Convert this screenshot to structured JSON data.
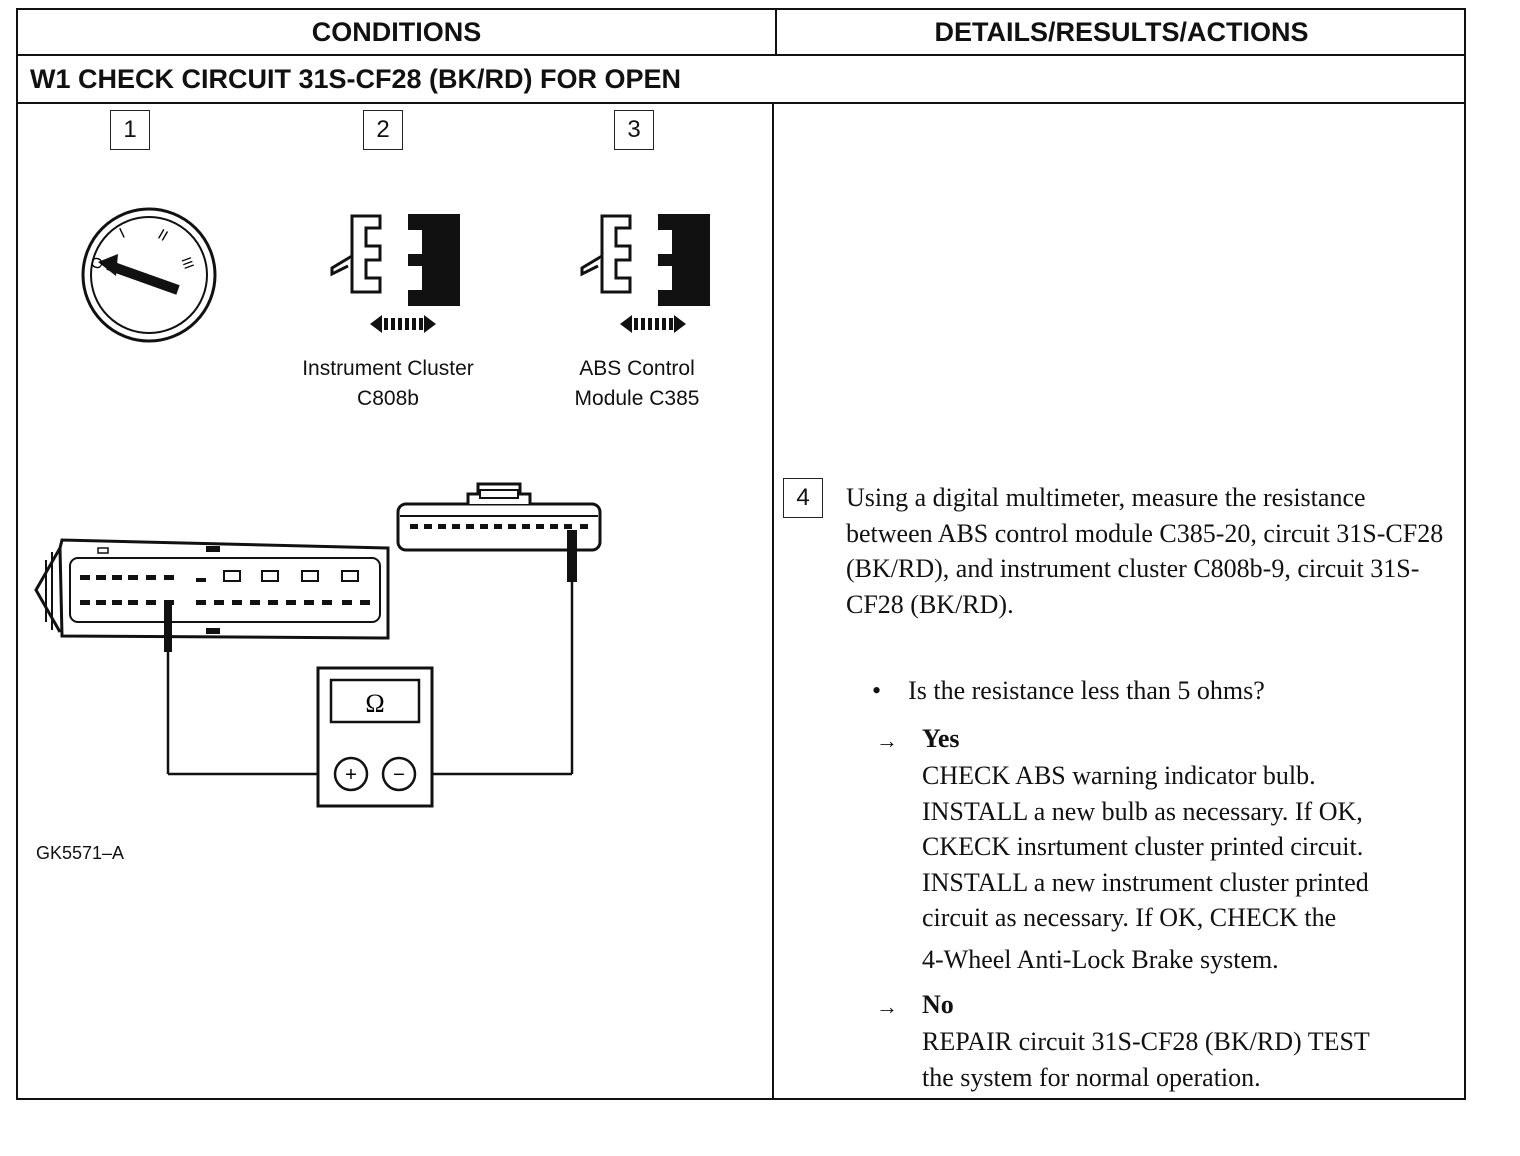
{
  "header": {
    "conditions": "CONDITIONS",
    "details": "DETAILS/RESULTS/ACTIONS"
  },
  "step": {
    "title": "W1  CHECK CIRCUIT 31S-CF28 (BK/RD) FOR OPEN"
  },
  "figure": {
    "steps": [
      "1",
      "2",
      "3"
    ],
    "ignition_labels": [
      "O",
      "I",
      "II",
      "III"
    ],
    "connector_2_caption_line1": "Instrument Cluster",
    "connector_2_caption_line2": "C808b",
    "connector_3_caption_line1": "ABS Control",
    "connector_3_caption_line2": "Module C385",
    "meter_symbol": "Ω",
    "meter_plus": "+",
    "meter_minus": "−",
    "code": "GK5571–A"
  },
  "details": {
    "step_number": "4",
    "instruction": "Using a digital multimeter, measure the resistance between ABS control module C385-20, circuit 31S-CF28 (BK/RD), and instrument cluster C808b-9, circuit 31S-CF28 (BK/RD).",
    "question": "Is the resistance less than 5 ohms?",
    "arrow_glyph": "→",
    "bullet_glyph": "•",
    "yes_label": "Yes",
    "yes_line1": "CHECK ABS warning indicator bulb.",
    "yes_line2": "INSTALL a new bulb as necessary. If OK,",
    "yes_line3": "CKECK insrtument cluster printed circuit.",
    "yes_line4": "INSTALL a new instrument cluster printed",
    "yes_line5": "circuit as necessary. If OK, CHECK the",
    "yes_line6": "4-Wheel Anti-Lock Brake system.",
    "no_label": "No",
    "no_line1": "REPAIR circuit 31S-CF28 (BK/RD) TEST",
    "no_line2": "the system for normal operation."
  }
}
